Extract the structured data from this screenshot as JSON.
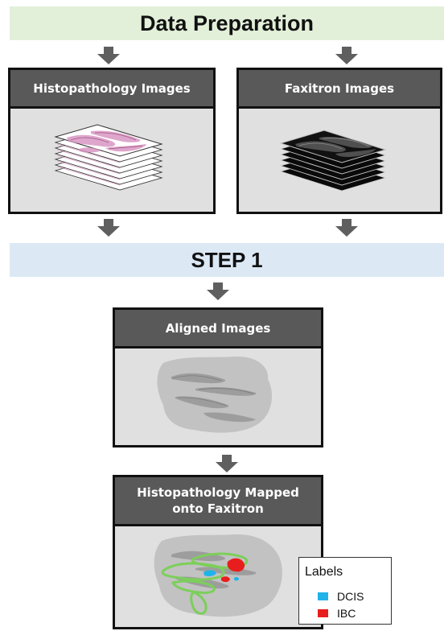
{
  "banners": {
    "data_preparation": "Data Preparation",
    "step1": "STEP 1"
  },
  "panels": {
    "histopathology": "Histopathology Images",
    "faxitron": "Faxitron Images",
    "aligned": "Aligned Images",
    "mapped_line1": "Histopathology Mapped",
    "mapped_line2": "onto Faxitron"
  },
  "legend": {
    "title": "Labels",
    "items": [
      {
        "label": "DCIS",
        "color": "#1fb3ea"
      },
      {
        "label": "IBC",
        "color": "#e81e1e"
      }
    ]
  },
  "colors": {
    "prep_banner": "#e2f0d9",
    "step_banner": "#dce9f5",
    "panel_header": "#595959",
    "arrow": "#5f5f5f",
    "contour": "#7ccf5a"
  }
}
